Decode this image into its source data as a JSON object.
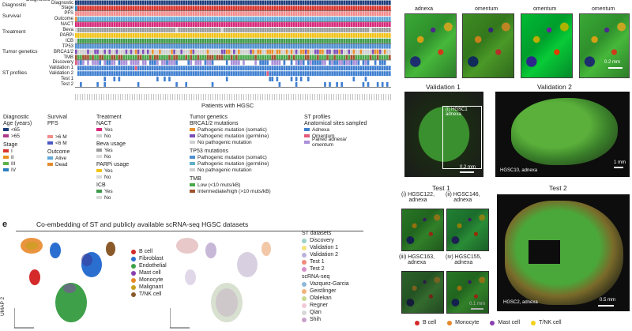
{
  "heatmap": {
    "row_labels": [
      {
        "group": "Diagnostic",
        "rows": [
          "Diagnostic",
          "Stage"
        ]
      },
      {
        "group": "Survival",
        "rows": [
          "PFS",
          "Outcome"
        ]
      },
      {
        "group": "Treatment",
        "rows": [
          "NACT",
          "Beva",
          "PARPi",
          "ICB"
        ]
      },
      {
        "group": "Tumor genetics",
        "rows": [
          "TP53",
          "BRCA1/2",
          "TMB"
        ]
      },
      {
        "group": "ST profiles",
        "rows": [
          "Discovery",
          "Validation 1",
          "Validation 2",
          "Test 1",
          "Test 2"
        ]
      }
    ],
    "xlabel": "Patients with HGSC"
  },
  "legend": {
    "diagnostic": {
      "title": "Diagnostic",
      "age_title": "Age (years)",
      "age": [
        {
          "label": "<65",
          "color": "#1d3c7a"
        },
        {
          "label": ">65",
          "color": "#b03a8a"
        }
      ],
      "stage_title": "Stage",
      "stage": [
        {
          "label": "I",
          "color": "#d8342b"
        },
        {
          "label": "II",
          "color": "#e88f1e"
        },
        {
          "label": "III",
          "color": "#5ab44a"
        },
        {
          "label": "IV",
          "color": "#2a7fc0"
        }
      ]
    },
    "survival": {
      "title": "Survival",
      "pfs_title": "PFS",
      "pfs": [
        {
          "label": ">6 M",
          "color": "#f28c8c"
        },
        {
          "label": "<6 M",
          "color": "#4a57c4"
        }
      ],
      "outcome_title": "Outcome",
      "outcome": [
        {
          "label": "Alive",
          "color": "#5fa8d8"
        },
        {
          "label": "Dead",
          "color": "#e58b2e"
        }
      ]
    },
    "treatment": {
      "title": "Treatment",
      "nact_title": "NACT",
      "nact": [
        {
          "label": "Yes",
          "color": "#d8287a"
        },
        {
          "label": "No",
          "color": "#cfcfcf"
        }
      ],
      "beva_title": "Beva usage",
      "beva": [
        {
          "label": "Yes",
          "color": "#9b9b9b"
        },
        {
          "label": "No",
          "color": "#d9d9d9"
        }
      ],
      "parpi_title": "PARPi usage",
      "parpi": [
        {
          "label": "Yes",
          "color": "#f2c318"
        },
        {
          "label": "No",
          "color": "#d9d9d9"
        }
      ],
      "icb_title": "ICB",
      "icb": [
        {
          "label": "Yes",
          "color": "#3f9a4a"
        },
        {
          "label": "No",
          "color": "#d9d9d9"
        }
      ]
    },
    "genetics": {
      "title": "Tumor genetics",
      "brca_title": "BRCA1/2 mutations",
      "brca": [
        {
          "label": "Pathogenic mutation (somatic)",
          "color": "#e8902c"
        },
        {
          "label": "Pathogenic mutation (germline)",
          "color": "#7b4fb8"
        },
        {
          "label": "No pathogenic mutation",
          "color": "#cfcfcf"
        }
      ],
      "tp53_title": "TP53 mutations",
      "tp53": [
        {
          "label": "Pathogenic mutation (somatic)",
          "color": "#4f8fd0"
        },
        {
          "label": "Pathogenic mutation (germline)",
          "color": "#5fb0c8"
        },
        {
          "label": "No pathogenic mutation",
          "color": "#cfcfcf"
        }
      ],
      "tmb_title": "TMB",
      "tmb": [
        {
          "label": "Low (<10 muts/kB)",
          "color": "#4aa84a"
        },
        {
          "label": "Intermediate/high (>10 muts/kB)",
          "color": "#a0522d"
        }
      ]
    },
    "st": {
      "title": "ST profiles",
      "sites_title": "Anatomical sites sampled",
      "sites": [
        {
          "label": "Adnexa",
          "color": "#3f7fd0"
        },
        {
          "label": "Omentum",
          "color": "#e25a7a"
        },
        {
          "label": "Paired adnexa/\nomentum",
          "color": "#a98fd8"
        }
      ]
    }
  },
  "panel_e": {
    "letter": "e",
    "title": "Co-embedding of ST and publicly available scRNA-seq HGSC datasets",
    "celltypes": [
      {
        "label": "B cell",
        "color": "#d42a2a"
      },
      {
        "label": "Fibroblast",
        "color": "#2a6fd0"
      },
      {
        "label": "Endothelial",
        "color": "#3fa04a"
      },
      {
        "label": "Mast cell",
        "color": "#8a3fb0"
      },
      {
        "label": "Monocyte",
        "color": "#e8882a"
      },
      {
        "label": "Malignant",
        "color": "#c8a020"
      },
      {
        "label": "T/NK cell",
        "color": "#8a5a2a"
      }
    ],
    "st_title": "ST datasets",
    "st_datasets": [
      {
        "label": "Discovery",
        "color": "#9ad1c8"
      },
      {
        "label": "Validation 1",
        "color": "#f2e27a"
      },
      {
        "label": "Validation 2",
        "color": "#b9b2dc"
      },
      {
        "label": "Test 1",
        "color": "#f28a7a"
      },
      {
        "label": "Test 2",
        "color": "#d58fc8"
      }
    ],
    "sc_title": "scRNA-seq",
    "sc_datasets": [
      {
        "label": "Vazquez-Garcia",
        "color": "#8fb8d8"
      },
      {
        "label": "Geistlinger",
        "color": "#f2b27a"
      },
      {
        "label": "Olalekan",
        "color": "#c8d890"
      },
      {
        "label": "Regner",
        "color": "#f2c8d8"
      },
      {
        "label": "Qian",
        "color": "#d8d8d8"
      },
      {
        "label": "Shih",
        "color": "#c8a0c8"
      }
    ],
    "umap_label": "UMAP 2"
  },
  "right": {
    "top_labels": [
      "adnexa",
      "omentum",
      "omentum",
      "omentum"
    ],
    "scale_top": "0.2 mm",
    "val1_title": "Validation 1",
    "val1_inset": "(i) HGSC1\nadnexa",
    "val1_scale": "0.2 mm",
    "val2_title": "Validation 2",
    "val2_caption": "HGSC10, adnexa",
    "val2_scale": "1 mm",
    "test1_title": "Test 1",
    "test1_panels": [
      "(i) HGSC122,\nadnexa",
      "(ii) HGSC146,\nadnexa",
      "(iii) HGSC163,\nadnexa",
      "(iv) HGSC155,\nadnexa"
    ],
    "test1_scale": "0.1 mm",
    "test2_title": "Test 2",
    "test2_caption": "HGSC2, adnexa",
    "test2_scale": "0.5 mm",
    "legend": [
      {
        "label": "B cell",
        "color": "#d42a2a"
      },
      {
        "label": "Monocyte",
        "color": "#e8882a"
      },
      {
        "label": "Mast cell",
        "color": "#8a3fb0"
      },
      {
        "label": "T/NK cell",
        "color": "#f2d21a"
      }
    ]
  }
}
